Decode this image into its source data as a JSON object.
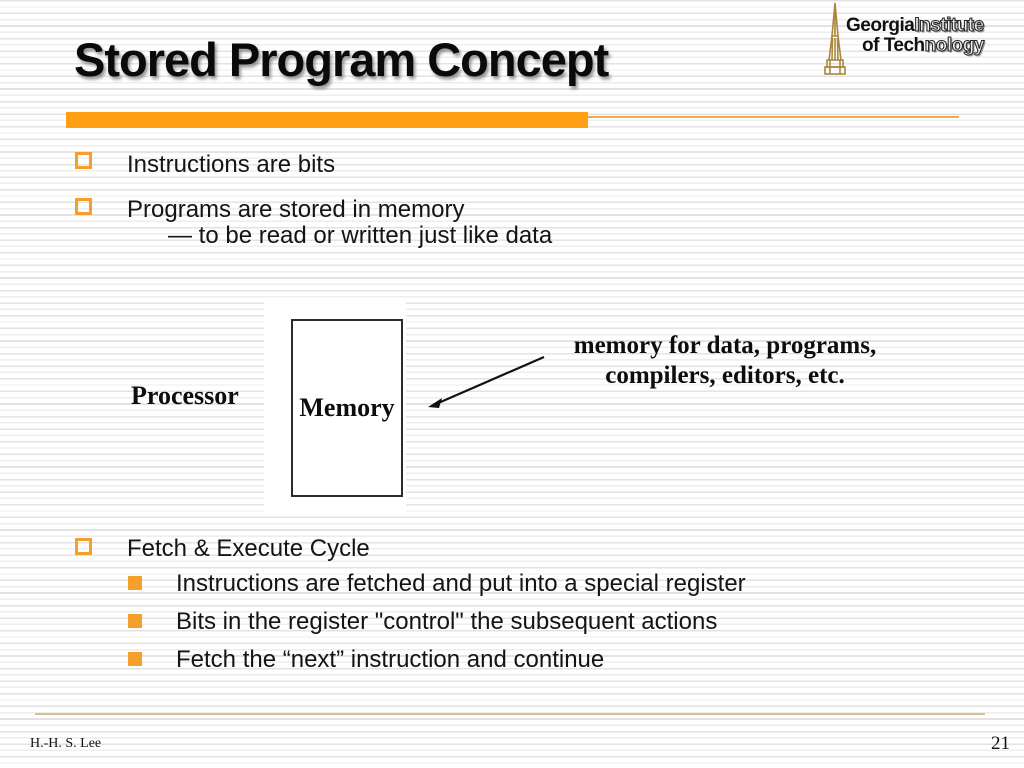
{
  "title": "Stored Program Concept",
  "colors": {
    "accent_orange": "#FFA014",
    "bullet_orange": "#F5A02B",
    "footer_line_tan": "#D9BE96",
    "tower_gold": "#A8893B"
  },
  "logo": {
    "word1_solid": "Georgia",
    "word1_outline": "Institute",
    "word2_solid": "of Tech",
    "word2_outline": "nology"
  },
  "intro_bullets": [
    {
      "text": "Instructions are bits"
    },
    {
      "text": "Programs are stored in memory",
      "subtext": "— to be read or written just like data"
    }
  ],
  "diagram": {
    "processor_label": "Processor",
    "memory_label": "Memory",
    "caption_line1": "memory for data, programs,",
    "caption_line2": "compilers, editors, etc."
  },
  "fetch_section": {
    "heading": "Fetch & Execute Cycle",
    "items": [
      "Instructions are fetched and put into a special register",
      "Bits in the register \"control\" the subsequent actions",
      "Fetch the “next” instruction and continue"
    ]
  },
  "footer": {
    "author": "H.-H. S. Lee",
    "page_number": "21"
  }
}
